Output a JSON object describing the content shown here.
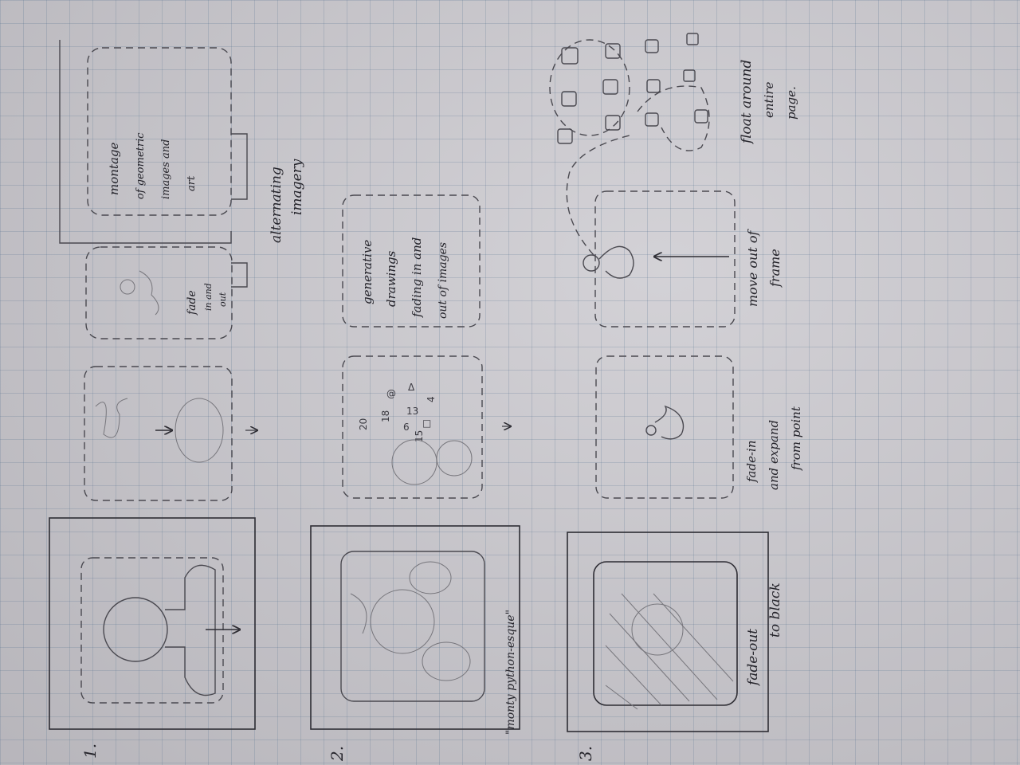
{
  "sketch": {
    "row_numbers": [
      "1.",
      "2.",
      "3."
    ],
    "notes": {
      "montage": [
        "montage",
        "of geometric",
        "images and",
        "art"
      ],
      "fade": [
        "fade",
        "in and",
        "out"
      ],
      "alternating": [
        "alternating",
        "imagery"
      ],
      "generative": [
        "generative",
        "drawings",
        "fading in and",
        "out of images"
      ],
      "monty": "\"monty python-esque\"",
      "fade_black": [
        "fade-out",
        "to black"
      ],
      "fade_expand": [
        "fade-in",
        "and expand",
        "from point"
      ],
      "move_out": [
        "move out of",
        "frame"
      ],
      "float_around": [
        "float around",
        "entire",
        "page."
      ]
    },
    "doodle_glyphs": [
      "@",
      "20",
      "18",
      "6",
      "13",
      "15",
      "4",
      "Δ",
      "□"
    ]
  },
  "colors": {
    "paper": "#c7c5cb",
    "grid": "#6e8ca8",
    "pencil": "#4a4950",
    "ink": "#25242b"
  }
}
